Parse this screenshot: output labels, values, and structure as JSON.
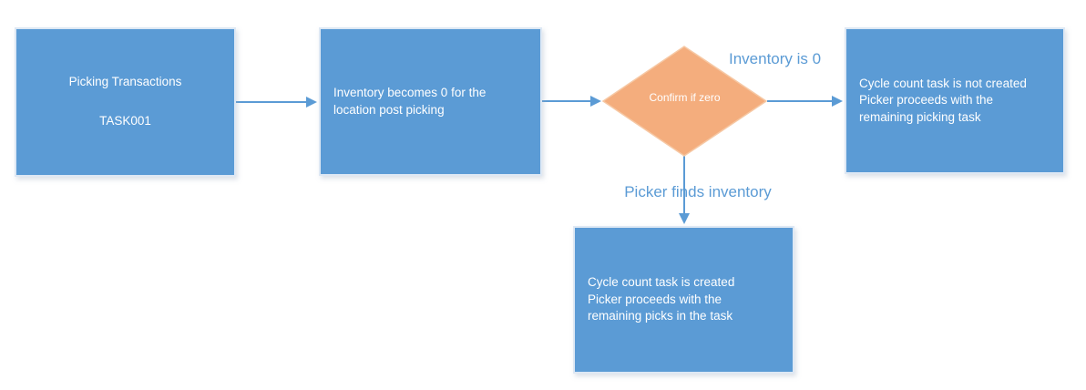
{
  "diagram": {
    "type": "flowchart",
    "nodes": [
      {
        "id": "picking-transactions",
        "shape": "rect",
        "lines": [
          "Picking Transactions",
          "TASK001"
        ]
      },
      {
        "id": "inventory-zero",
        "shape": "rect",
        "lines": [
          "Inventory becomes 0 for the",
          "location post picking"
        ]
      },
      {
        "id": "confirm-if-zero",
        "shape": "diamond",
        "lines": [
          "Confirm if zero"
        ]
      },
      {
        "id": "cycle-count-not-created",
        "shape": "rect",
        "lines": [
          "Cycle count task is not created",
          "Picker proceeds with the",
          "remaining picking task"
        ]
      },
      {
        "id": "cycle-count-created",
        "shape": "rect",
        "lines": [
          "Cycle count task is created",
          "Picker proceeds with the",
          "remaining picks in the task"
        ]
      }
    ],
    "edges": [
      {
        "from": "picking-transactions",
        "to": "inventory-zero",
        "label": ""
      },
      {
        "from": "inventory-zero",
        "to": "confirm-if-zero",
        "label": ""
      },
      {
        "from": "confirm-if-zero",
        "to": "cycle-count-not-created",
        "label": "Inventory is 0"
      },
      {
        "from": "confirm-if-zero",
        "to": "cycle-count-created",
        "label": "Picker finds inventory"
      }
    ],
    "colors": {
      "node_fill": "#5B9BD5",
      "node_border": "#DEE8F4",
      "node_text": "#FFFFFF",
      "diamond_fill": "#F4AD7D",
      "diamond_border": "#F6C8A4",
      "connector": "#5B9BD5",
      "label_text": "#5B9BD5"
    }
  }
}
